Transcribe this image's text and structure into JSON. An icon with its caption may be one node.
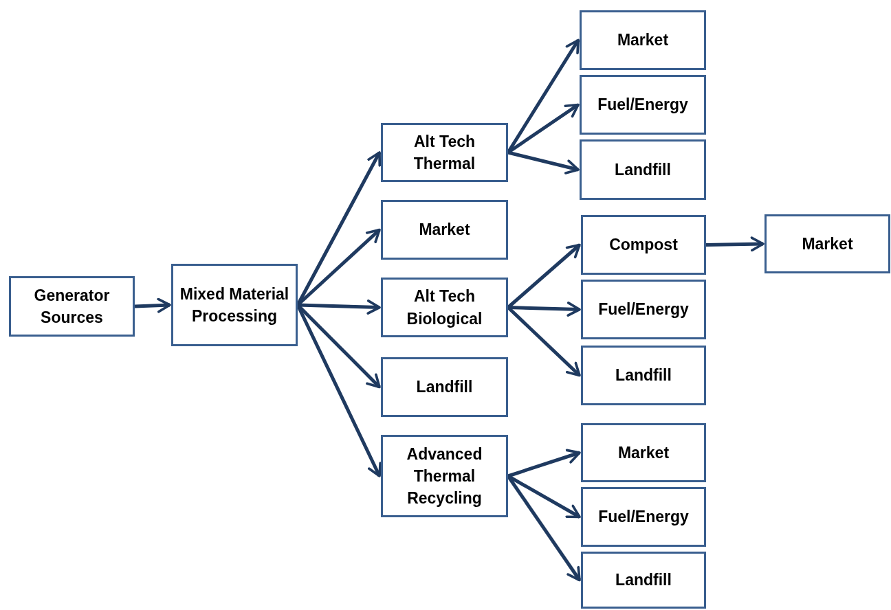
{
  "diagram": {
    "nodes": [
      {
        "text": [
          "Generator Sources"
        ]
      },
      {
        "text": [
          "Mixed Material Processing"
        ]
      },
      {
        "text": [
          "Alt Tech Thermal"
        ]
      },
      {
        "text": [
          "Market"
        ]
      },
      {
        "text": [
          "Alt Tech Biological"
        ]
      },
      {
        "text": [
          "Landfill"
        ]
      },
      {
        "text": [
          "Advanced Thermal Recycling"
        ]
      },
      {
        "text": [
          "Market"
        ]
      },
      {
        "text": [
          "Fuel/Energy"
        ]
      },
      {
        "text": [
          "Landfill"
        ]
      },
      {
        "text": [
          "Compost"
        ]
      },
      {
        "text": [
          "Fuel/Energy"
        ]
      },
      {
        "text": [
          "Landfill"
        ]
      },
      {
        "text": [
          "Market"
        ]
      },
      {
        "text": [
          "Fuel/Energy"
        ]
      },
      {
        "text": [
          "Landfill"
        ]
      },
      {
        "text": [
          "Market"
        ]
      }
    ],
    "edges": [
      {
        "from": 0,
        "to": 1,
        "arrow": "to"
      },
      {
        "from": 1,
        "to": 2,
        "arrow": "to"
      },
      {
        "from": 1,
        "to": 3,
        "arrow": "to"
      },
      {
        "from": 1,
        "to": 4,
        "arrow": "to"
      },
      {
        "from": 1,
        "to": 5,
        "arrow": "to"
      },
      {
        "from": 1,
        "to": 6,
        "arrow": "to"
      },
      {
        "from": 2,
        "to": 7,
        "arrow": "to"
      },
      {
        "from": 2,
        "to": 8,
        "arrow": "to"
      },
      {
        "from": 2,
        "to": 9,
        "arrow": "to"
      },
      {
        "from": 4,
        "to": 10,
        "arrow": "to"
      },
      {
        "from": 4,
        "to": 11,
        "arrow": "to"
      },
      {
        "from": 4,
        "to": 12,
        "arrow": "to"
      },
      {
        "from": 10,
        "to": 16,
        "arrow": "to"
      },
      {
        "from": 6,
        "to": 13,
        "arrow": "to"
      },
      {
        "from": 6,
        "to": 14,
        "arrow": "to"
      },
      {
        "from": 6,
        "to": 15,
        "arrow": "to"
      }
    ]
  }
}
